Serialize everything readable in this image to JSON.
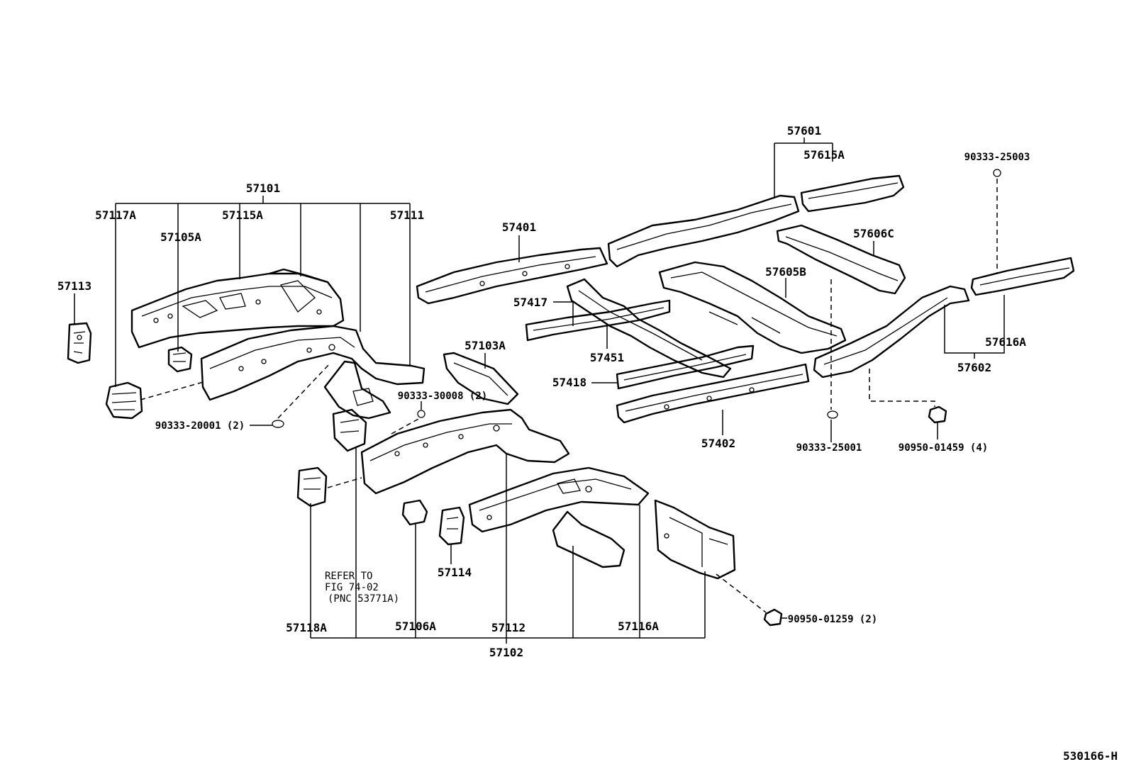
{
  "diagram": {
    "figure_code": "530166-H",
    "note": [
      "REFER TO",
      "FIG 74-02",
      "(PNC 53771A)"
    ],
    "labels": {
      "p57101": "57101",
      "p57117A": "57117A",
      "p57115A": "57115A",
      "p57111": "57111",
      "p57105A": "57105A",
      "p57113": "57113",
      "p57401": "57401",
      "p57601": "57601",
      "p57615A": "57615A",
      "p90333_25003": "90333-25003",
      "p57606C": "57606C",
      "p57605B": "57605B",
      "p57417": "57417",
      "p57451": "57451",
      "p57103A": "57103A",
      "p90333_30008": "90333-30008 (2)",
      "p90333_20001": "90333-20001 (2)",
      "p57418": "57418",
      "p57402": "57402",
      "p90333_25001": "90333-25001",
      "p90950_01459": "90950-01459 (4)",
      "p57616A": "57616A",
      "p57602": "57602",
      "p57114": "57114",
      "p57118A": "57118A",
      "p57106A": "57106A",
      "p57112": "57112",
      "p57116A": "57116A",
      "p90950_01259": "90950-01259 (2)",
      "p57102": "57102"
    }
  }
}
